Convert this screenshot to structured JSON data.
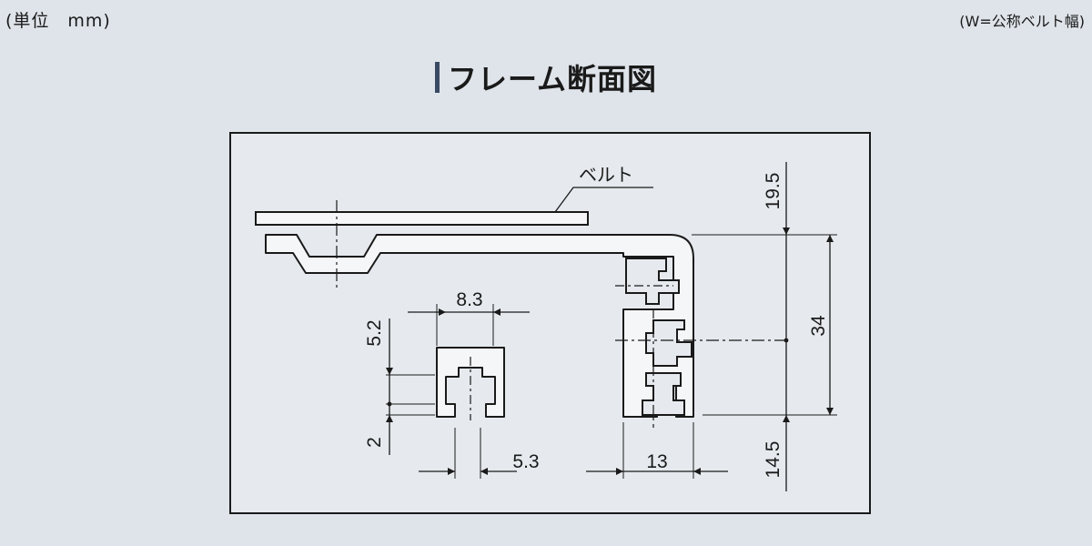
{
  "header": {
    "unit_label": "(単位　mm)",
    "width_note": "(W=公称ベルト幅)"
  },
  "title": "フレーム断面図",
  "diagram": {
    "belt_label": "ベルト",
    "dims": {
      "slot_width": "8.3",
      "slot_height": "5.2",
      "slot_lip": "2",
      "slot_opening": "5.3",
      "frame_width": "13",
      "frame_height": "34",
      "top_offset": "19.5",
      "bottom_offset": "14.5"
    }
  },
  "colors": {
    "background": "#dfe4ea",
    "panel": "#e6eaee",
    "profile_fill": "#f5f6f7",
    "line": "#1a1a1a",
    "title_bar": "#3a4a63"
  }
}
